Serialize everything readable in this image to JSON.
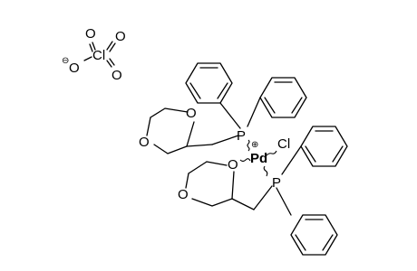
{
  "structure": {
    "atom_labels": {
      "perchlorate_cl": "Cl",
      "perchlorate_o_top_left": "O",
      "perchlorate_o_top_right": "O",
      "perchlorate_o_minus": "O",
      "perchlorate_o_bottom": "O",
      "phosphorus_top": "P",
      "phosphorus_bottom": "P",
      "palladium": "Pd",
      "chloride": "Cl",
      "dioxane_top_o_ring": "O",
      "dioxane_top_o_chelate": "O",
      "dioxane_bottom_o_chelate": "O",
      "dioxane_bottom_o_ring": "O"
    },
    "charges": {
      "perchlorate_minus": "⊖",
      "palladium_plus": "⊕"
    }
  }
}
